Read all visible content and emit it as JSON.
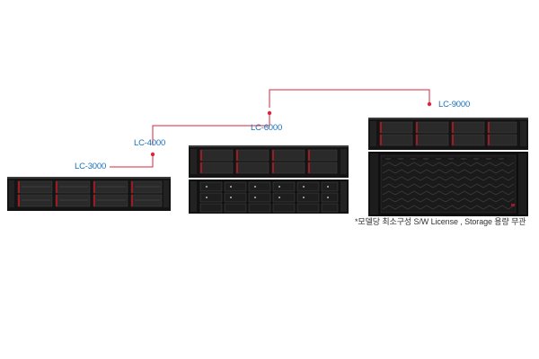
{
  "products": [
    {
      "label": "LC-3000"
    },
    {
      "label": "LC-4000"
    },
    {
      "label": "LC-6000"
    },
    {
      "label": "LC-9000"
    }
  ],
  "footnote": "*모델당 최소구성 S/W License , Storage 용량 무관",
  "colors": {
    "accent_line": "#d7263d",
    "label_text": "#1a72b8",
    "chassis": "#141414",
    "drive_bay": "#2a2a2a",
    "bezel_red": "#9e1b24"
  }
}
